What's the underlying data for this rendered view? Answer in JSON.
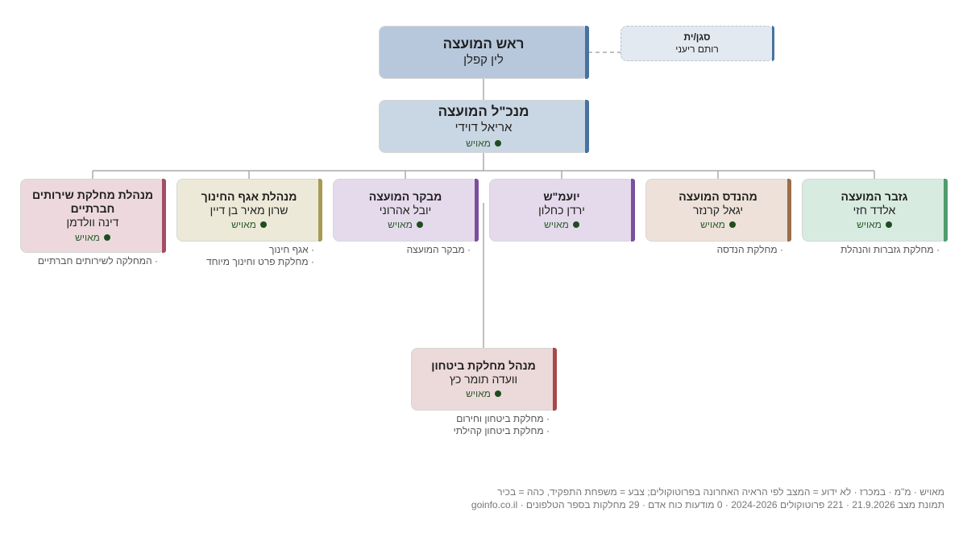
{
  "head": {
    "title": "ראש המועצה",
    "name": "לין קפלן"
  },
  "deputy": {
    "title": "סגן/ית",
    "name": "רותם ריעני"
  },
  "ceo": {
    "title": "מנכ\"ל המועצה",
    "name": "אריאל דוידי",
    "status": "מאויש"
  },
  "departments": [
    {
      "title": "גזבר המועצה",
      "name": "אלדד חזי",
      "status": "מאויש",
      "units": [
        "· מחלקת גזברות והנהלת"
      ]
    },
    {
      "title": "מהנדס המועצה",
      "name": "יגאל קרנזר",
      "status": "מאויש",
      "units": [
        "· מחלקת הנדסה"
      ]
    },
    {
      "title": "יועמ\"ש",
      "name": "ירדן כחלון",
      "status": "מאויש",
      "units": []
    },
    {
      "title": "מבקר המועצה",
      "name": "יובל אהרוני",
      "status": "מאויש",
      "units": [
        "· מבקר המועצה"
      ]
    },
    {
      "title": "מנהלת אגף החינוך",
      "name": "שרון מאיר בן דיין",
      "status": "מאויש",
      "units": [
        "· אגף חינוך",
        "· מחלקת פרט וחינוך מיוחד"
      ]
    },
    {
      "title": "מנהלת מחלקת שירותים חברתיים",
      "name": "דינה וולדמן",
      "status": "מאויש",
      "units": [
        "· המחלקה לשירותים חברתיים"
      ]
    }
  ],
  "security": {
    "title": "מנהל מחלקת ביטחון",
    "name": "וועדה תומר כץ",
    "status": "מאויש",
    "units": [
      "· מחלקת ביטחון וחירום",
      "· מחלקת ביטחון קהילתי"
    ]
  },
  "footer": {
    "legend": "מאויש · מ\"מ · במכרז · לא ידוע = המצב לפי הראיה האחרונה בפרוטוקולים; צבע = משפחת התפקיד, כהה = בכיר",
    "stats": "תמונת מצב 21.9.2026 · 221 פרוטוקולים 2024-2026 · 0 מודעות כוח אדם · 29 מחלקות בספר הטלפונים · goinfo.co.il"
  },
  "colors": {
    "head_bg": "#b7c8dc",
    "head_bar": "#4a72a0",
    "ceo_bg": "#c9d6e3",
    "deputy_bg": "#e2e9f1",
    "dept_bg": [
      "#d8ebe0",
      "#ede1d9",
      "#e4daec",
      "#e4daec",
      "#ece9d8",
      "#ecd8dd"
    ],
    "dept_bar": [
      "#4f9c6e",
      "#9a6e4a",
      "#7b4f9e",
      "#7b4f9e",
      "#a89a55",
      "#a44d64"
    ],
    "security_bg": "#ecd9da",
    "security_bar": "#a84848"
  }
}
